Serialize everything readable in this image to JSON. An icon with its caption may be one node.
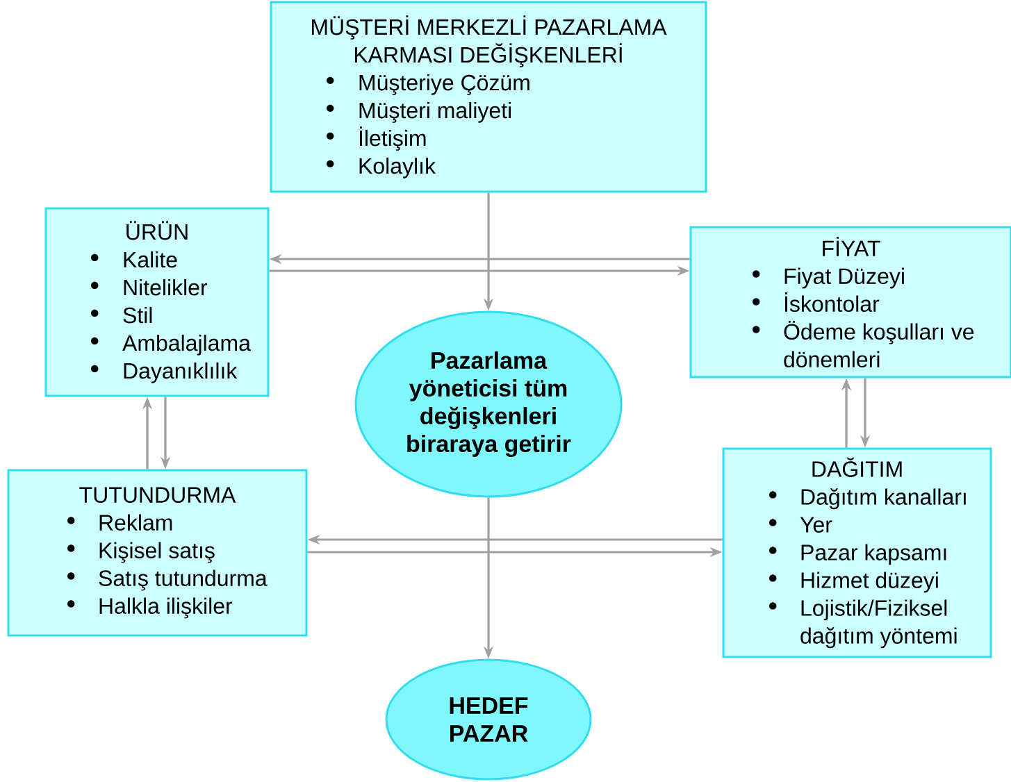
{
  "diagram": {
    "nodes": [
      {
        "text": [
          "MÜŞTERİ MERKEZLİ PAZARLAMA KARMASI DEĞİŞKENLERİ",
          "Müşteriye Çözüm",
          "Müşteri maliyeti",
          "İletişim",
          "Kolaylık"
        ]
      },
      {
        "text": [
          "ÜRÜN",
          "Kalite",
          "Nitelikler",
          "Stil",
          "Ambalajlama",
          "Dayanıklılık"
        ]
      },
      {
        "text": [
          "FİYAT",
          "Fiyat Düzeyi",
          "İskontolar",
          "Ödeme koşulları ve dönemleri"
        ]
      },
      {
        "text": [
          "Pazarlama yöneticisi tüm değişkenleri biraraya getirir"
        ]
      },
      {
        "text": [
          "TUTUNDURMA",
          "Reklam",
          "Kişisel satış",
          "Satış tutundurma",
          "Halkla ilişkiler"
        ]
      },
      {
        "text": [
          "DAĞITIM",
          "Dağıtım kanalları",
          "Yer",
          "Pazar kapsamı",
          "Hizmet düzeyi",
          "Lojistik/Fiziksel dağıtım yöntemi"
        ]
      },
      {
        "text": [
          "HEDEF PAZAR"
        ]
      }
    ],
    "edges": [
      {
        "from": 0,
        "to": 3,
        "arrow": "to"
      },
      {
        "from": 2,
        "to": 1,
        "arrow": "to"
      },
      {
        "from": 1,
        "to": 2,
        "arrow": "to"
      },
      {
        "from": 4,
        "to": 1,
        "arrow": "to"
      },
      {
        "from": 1,
        "to": 4,
        "arrow": "to"
      },
      {
        "from": 5,
        "to": 2,
        "arrow": "to"
      },
      {
        "from": 2,
        "to": 5,
        "arrow": "to"
      },
      {
        "from": 5,
        "to": 4,
        "arrow": "to"
      },
      {
        "from": 4,
        "to": 5,
        "arrow": "to"
      },
      {
        "from": 3,
        "to": 6,
        "arrow": "to"
      }
    ]
  }
}
